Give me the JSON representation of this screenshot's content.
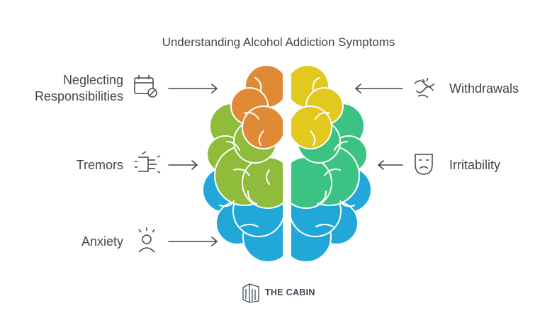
{
  "title": "Understanding Alcohol Addiction Symptoms",
  "left": [
    {
      "label_line1": "Neglecting",
      "label_line2": "Responsibilities",
      "icon": "calendar-cancel-icon",
      "color": "#e08a35"
    },
    {
      "label": "Tremors",
      "icon": "shaking-hand-icon",
      "color": "#8fbc3a"
    },
    {
      "label": "Anxiety",
      "icon": "anxious-person-icon",
      "color": "#22a8d8"
    }
  ],
  "right": [
    {
      "label": "Withdrawals",
      "icon": "struggle-icon",
      "color": "#e2c920"
    },
    {
      "label": "Irritability",
      "icon": "frown-mask-icon",
      "color": "#3cc282"
    }
  ],
  "brand": "THE CABIN"
}
